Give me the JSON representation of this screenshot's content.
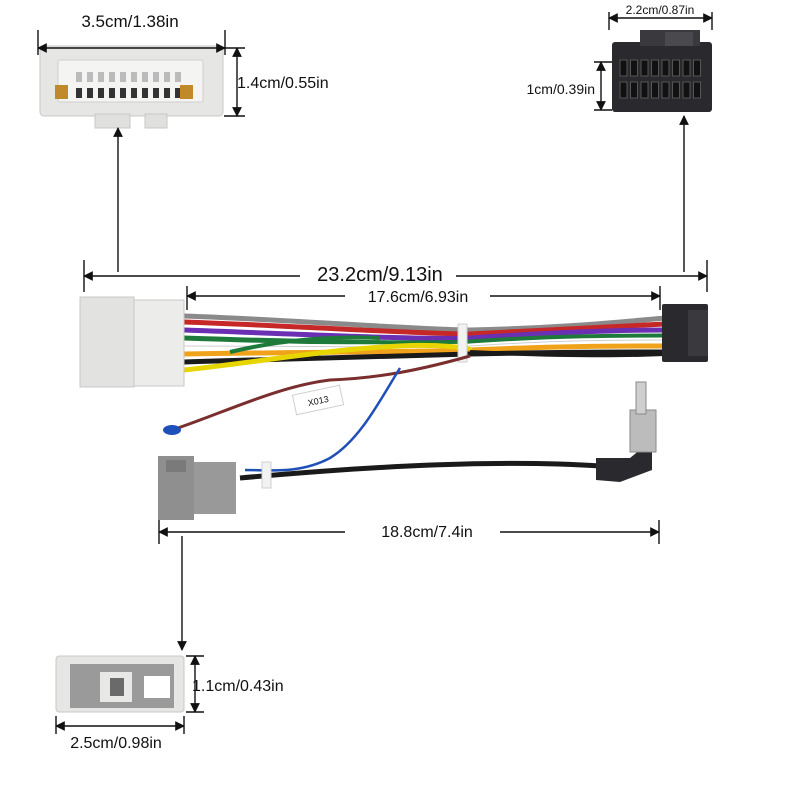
{
  "dimensions": {
    "connector_a_width": "3.5cm/1.38in",
    "connector_a_height": "1.4cm/0.55in",
    "connector_b_width": "2.2cm/0.87in",
    "connector_b_height": "1cm/0.39in",
    "overall_length": "23.2cm/9.13in",
    "harness_length": "17.6cm/6.93in",
    "antenna_length": "18.8cm/7.4in",
    "connector_c_height": "1.1cm/0.43in",
    "connector_c_width": "2.5cm/0.98in"
  },
  "tags": {
    "cable_tag": "X013"
  },
  "colors": {
    "connector_white": "#e4e4e2",
    "connector_grey": "#8f8f8f",
    "connector_black": "#2a2a2e",
    "wire_colors": [
      "#9b2c2c",
      "#f0a21b",
      "#1e7a3a",
      "#ffffff",
      "#6a2fb3",
      "#c62828",
      "#8a8a8a",
      "#1a1a1a",
      "#e6d500",
      "#1f4fb8"
    ]
  }
}
